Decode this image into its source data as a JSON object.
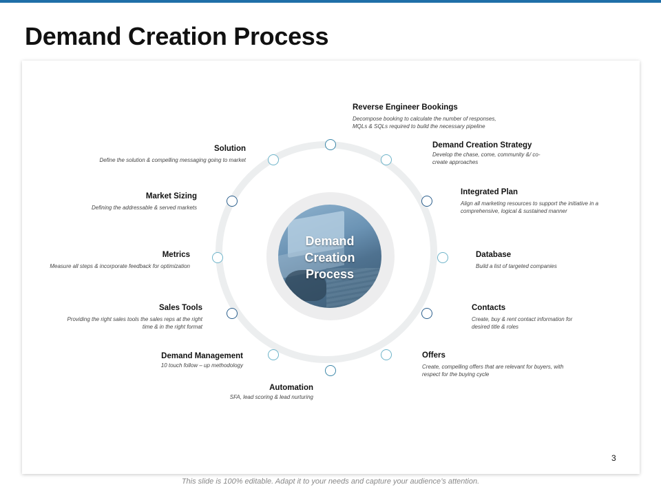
{
  "slide": {
    "title": "Demand Creation Process",
    "page_number": "3",
    "footer_note": "This slide is 100% editable. Adapt it to your needs and capture your audience’s attention."
  },
  "center": {
    "line1": "Demand",
    "line2": "Creation",
    "line3": "Process"
  },
  "items": {
    "reverse_engineer": {
      "title": "Reverse Engineer Bookings",
      "line1": "Decompose booking to calculate the number of responses,",
      "line2": "MQLs & SQLs required to build  the necessary pipeline"
    },
    "strategy": {
      "title": "Demand Creation Strategy",
      "line1": "Develop the chase, come, community  &/ co-",
      "line2": "create approaches"
    },
    "integrated_plan": {
      "title": "Integrated Plan",
      "line1": "Align all marketing resources to support the initiative in a",
      "line2": "comprehensive, logical & sustained manner"
    },
    "database": {
      "title": "Database",
      "line1": "Build a list of targeted companies"
    },
    "contacts": {
      "title": "Contacts",
      "line1": "Create, buy & rent contact information for",
      "line2": "desired title & roles"
    },
    "offers": {
      "title": "Offers",
      "line1": "Create, compelling offers that are relevant for buyers, with",
      "line2": "respect for the buying cycle"
    },
    "automation": {
      "title": "Automation",
      "line1": "SFA, lead scoring & lead nurturing"
    },
    "demand_management": {
      "title": "Demand Management",
      "line1": "10 touch follow – up methodology"
    },
    "sales_tools": {
      "title": "Sales Tools",
      "line1": "Providing the right sales tools the sales reps at the right",
      "line2": "time & in the right format"
    },
    "metrics": {
      "title": "Metrics",
      "line1": "Measure all steps & incorporate feedback for optimization"
    },
    "market_sizing": {
      "title": "Market Sizing",
      "line1": "Defining the addressable & served markets"
    },
    "solution": {
      "title": "Solution",
      "line1": "Define the solution & compelling messaging going to market"
    }
  },
  "colors": {
    "accent_bar": "#1f6fa8",
    "node_stroke": "#3b86a8",
    "ring": "#eceeef"
  }
}
